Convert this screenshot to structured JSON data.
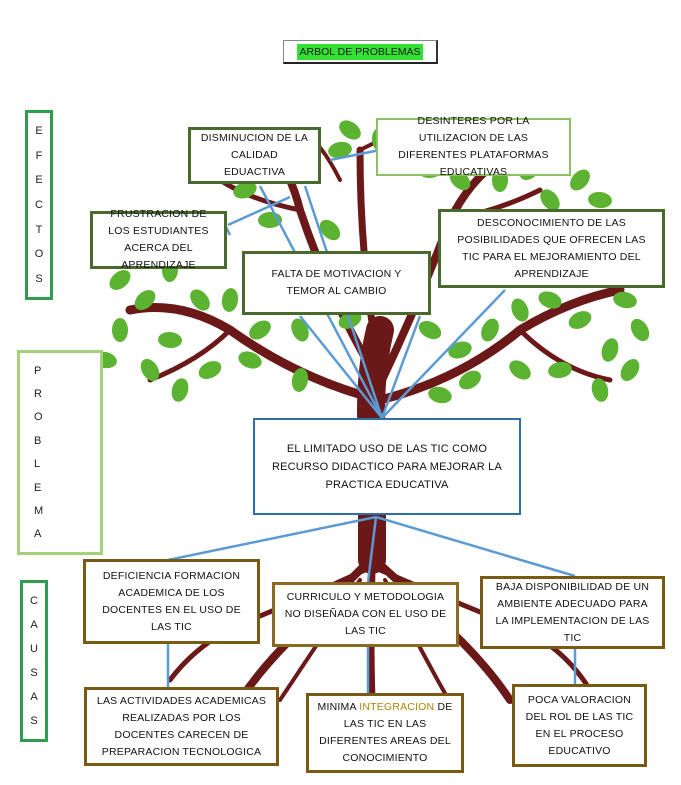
{
  "title": "ARBOL DE PROBLEMAS",
  "side_labels": {
    "efectos": [
      "E",
      "F",
      "E",
      "C",
      "T",
      "O",
      "S"
    ],
    "problema": [
      "P",
      "R",
      "O",
      "B",
      "L",
      "E",
      "M",
      "A"
    ],
    "causas": [
      "C",
      "A",
      "U",
      "S",
      "A",
      "S"
    ]
  },
  "effects": {
    "e1": "DISMINUCION DE LA CALIDAD EDUACTIVA",
    "e2": "DESINTERES POR LA UTILIZACION DE LAS DIFERENTES PLATAFORMAS EDUCATIVAS",
    "e3": "FRUSTRACION DE LOS ESTUDIANTES ACERCA DEL APRENDIZAJE",
    "e4": "FALTA DE MOTIVACION Y TEMOR AL CAMBIO",
    "e5": "DESCONOCIMIENTO DE LAS POSIBILIDADES QUE OFRECEN LAS TIC PARA EL MEJORAMIENTO DEL APRENDIZAJE"
  },
  "problem": "EL LIMITADO USO DE LAS TIC COMO RECURSO DIDACTICO PARA MEJORAR LA PRACTICA EDUCATIVA",
  "causes": {
    "c1": "DEFICIENCIA FORMACION ACADEMICA DE LOS DOCENTES EN EL USO DE LAS TIC",
    "c2": "CURRICULO Y METODOLOGIA NO DISEÑADA CON EL USO DE LAS TIC",
    "c3": "BAJA DISPONIBILIDAD DE UN AMBIENTE ADECUADO PARA LA IMPLEMENTACION DE LAS TIC",
    "c4": "LAS ACTIVIDADES ACADEMICAS REALIZADAS POR LOS DOCENTES CARECEN DE PREPARACION TECNOLOGICA",
    "c5_pre": "MINIMA ",
    "c5_highlight": "INTEGRACION",
    "c5_post": " DE LAS TIC EN LAS DIFERENTES AREAS DEL CONOCIMIENTO",
    "c6": "POCA VALORACION DEL ROL DE LAS TIC EN EL PROCESO EDUCATIVO"
  },
  "colors": {
    "leaf": "#5cb231",
    "trunk": "#6b1818",
    "arrow": "#5b9bd5",
    "title_highlight": "#33e033"
  }
}
